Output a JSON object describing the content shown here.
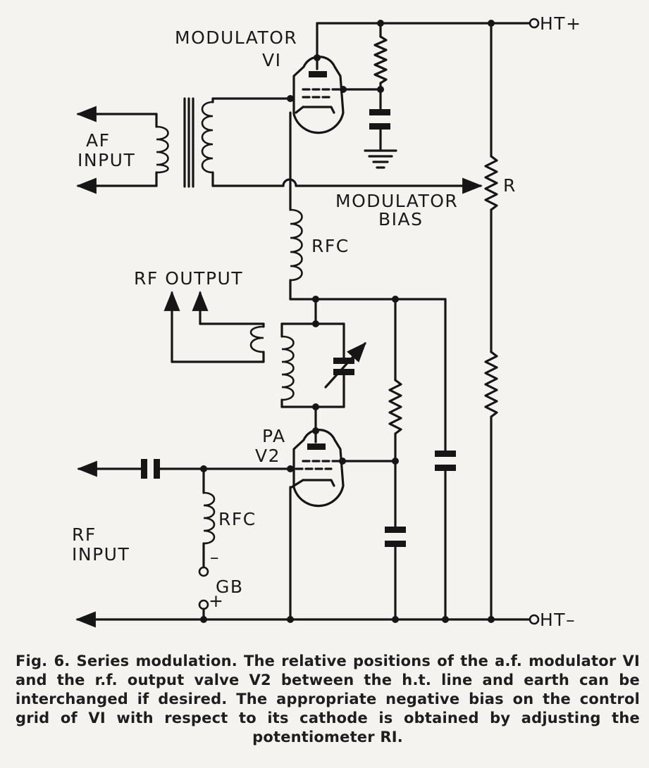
{
  "labels": {
    "modulator": "MODULATOR",
    "v1": "VI",
    "ht_plus": "HT+",
    "af": "AF",
    "input": "INPUT",
    "r": "R",
    "modulator_word": "MODULATOR",
    "bias": "BIAS",
    "rfc_upper": "RFC",
    "rf_output": "RF OUTPUT",
    "pa": "PA",
    "v2": "V2",
    "rfc_lower": "RFC",
    "rf": "RF",
    "rf_input": "INPUT",
    "gb_minus": "–",
    "gb": "GB",
    "gb_plus": "+",
    "ht_minus": "HT–"
  },
  "caption": "Fig. 6. Series modulation. The relative positions of the a.f. modulator VI and the r.f. output valve V2 between the h.t. line and earth can be interchanged if desired. The appropriate negative bias on the control grid of VI with respect to its cathode is obtained by adjusting the potentiometer RI.",
  "colors": {
    "ink": "#161616",
    "paper": "#f4f3ef"
  }
}
